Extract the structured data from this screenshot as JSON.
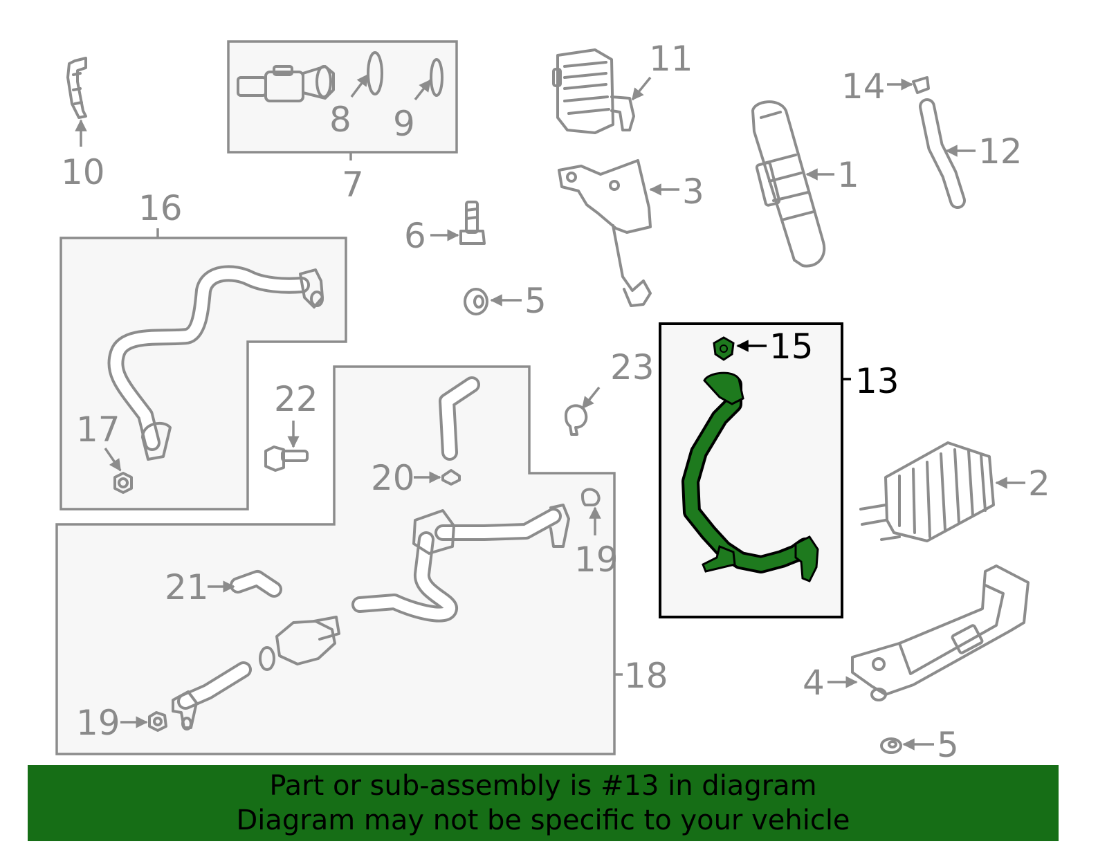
{
  "labels": {
    "l1": "1",
    "l2": "2",
    "l3": "3",
    "l4": "4",
    "l5a": "5",
    "l5b": "5",
    "l6": "6",
    "l7": "7",
    "l8": "8",
    "l9": "9",
    "l10": "10",
    "l11": "11",
    "l12": "12",
    "l13": "13",
    "l14": "14",
    "l15": "15",
    "l16": "16",
    "l17": "17",
    "l18": "18",
    "l19a": "19",
    "l19b": "19",
    "l20": "20",
    "l21": "21",
    "l22": "22",
    "l23": "23"
  },
  "banner": {
    "line1": "Part or sub-assembly is #13 in diagram",
    "line2": "Diagram may not be specific to your vehicle"
  },
  "colors": {
    "highlight": "#1e7a1e",
    "banner": "#166e16",
    "part_outline": "#8c8c8c",
    "label": "#8a8a8a"
  },
  "icons": {
    "arrow": "arrow-pointer"
  }
}
